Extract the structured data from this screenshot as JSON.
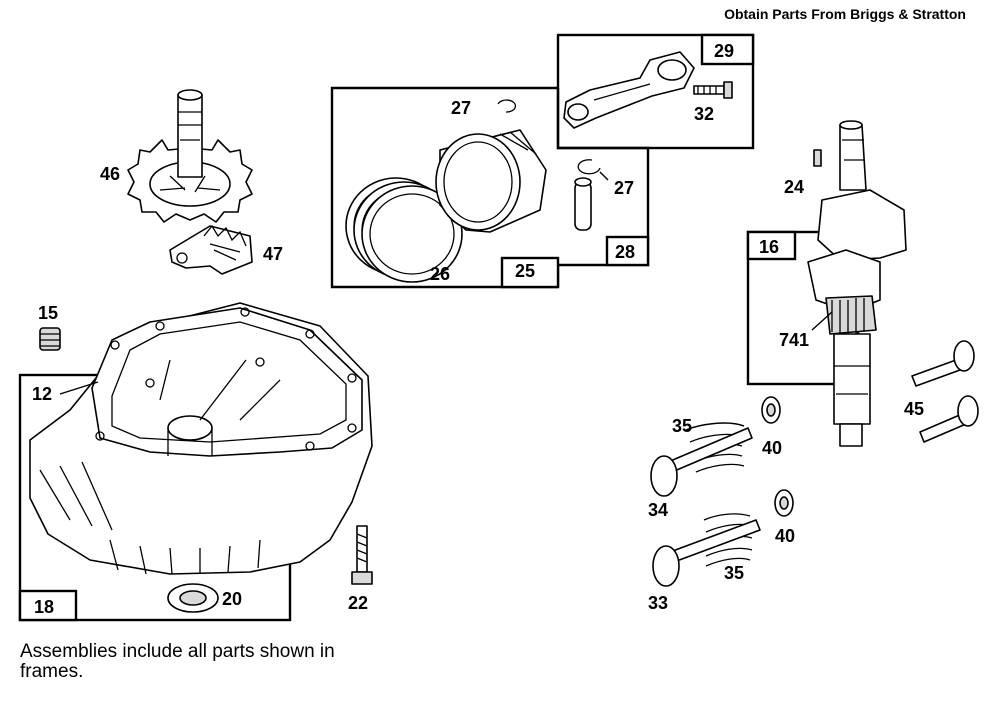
{
  "header_note": "Obtain Parts From Briggs & Stratton",
  "footnote": "Assemblies include all parts shown in frames.",
  "callouts": {
    "p46": "46",
    "p47": "47",
    "p15": "15",
    "p12": "12",
    "p18": "18",
    "p20": "20",
    "p22": "22",
    "p27a": "27",
    "p26": "26",
    "p25": "25",
    "p29": "29",
    "p32": "32",
    "p27b": "27",
    "p28": "28",
    "p24": "24",
    "p16": "16",
    "p741": "741",
    "p45": "45",
    "p35a": "35",
    "p40a": "40",
    "p34": "34",
    "p40b": "40",
    "p35b": "35",
    "p33": "33"
  }
}
